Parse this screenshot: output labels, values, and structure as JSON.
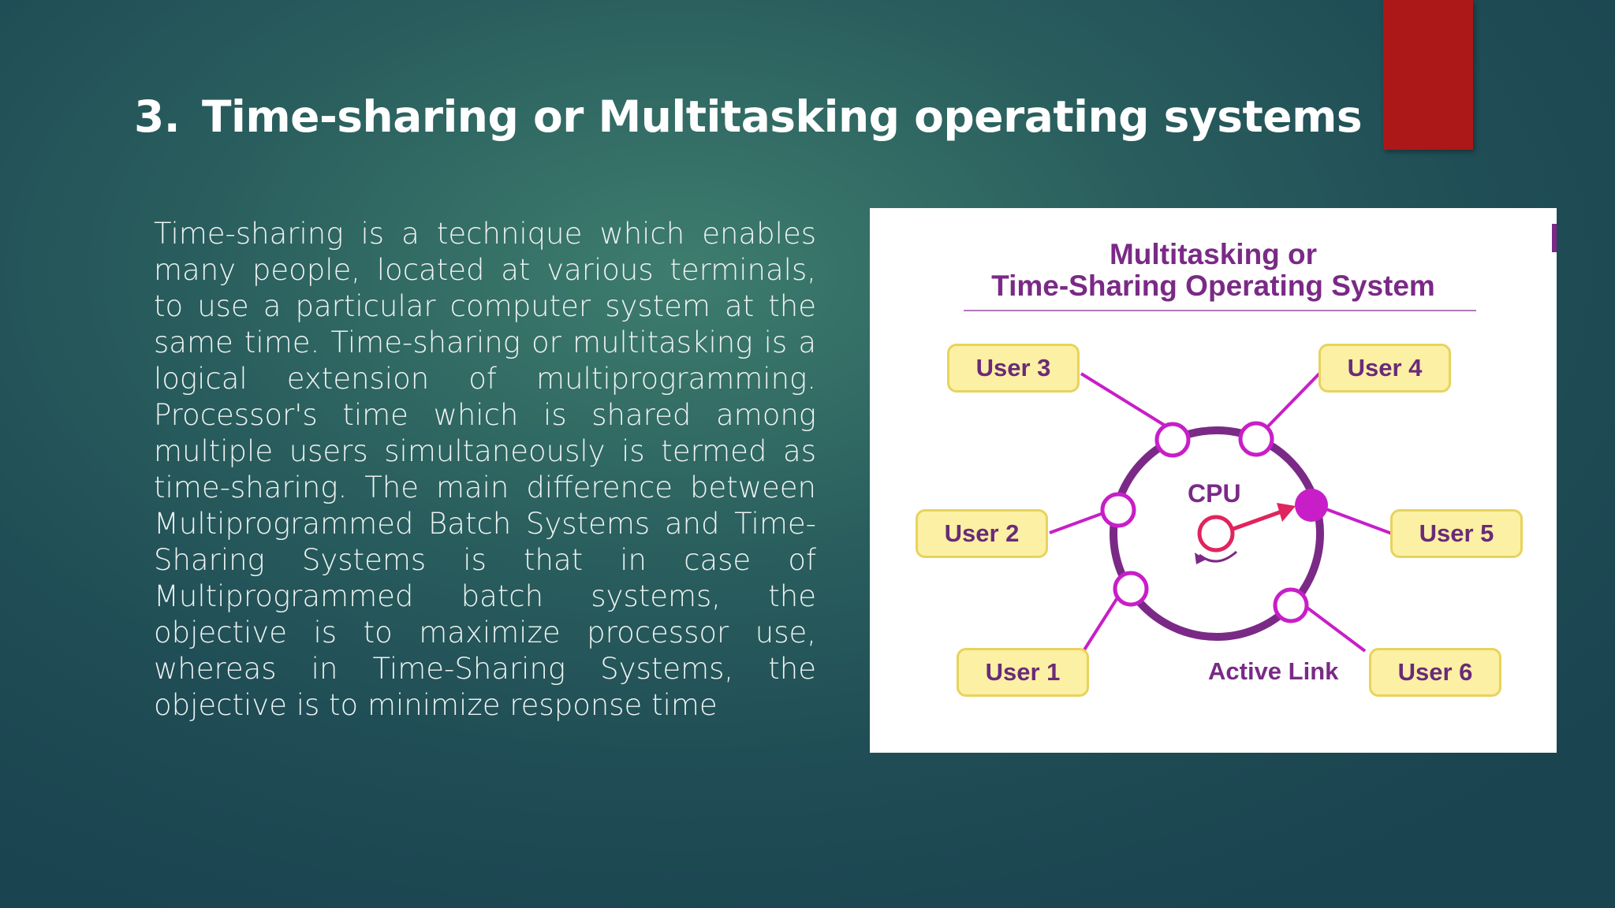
{
  "slide": {
    "number": "3.",
    "title": "Time-sharing or Multitasking operating systems",
    "body": "Time-sharing is a technique which enables many people, located at various terminals, to use a particular computer system at the same time.  Time-sharing or multitasking is a logical extension of multiprogramming.  Processor's time which is shared among multiple users simultaneously is termed as time-sharing. The main difference between Multiprogrammed Batch Systems and Time-Sharing Systems is that in case of Multiprogrammed batch systems, the objective is to maximize processor use, whereas in Time-Sharing Systems, the objective is to minimize response time"
  },
  "figure": {
    "title_line1": "Multitasking or",
    "title_line2": "Time-Sharing Operating System",
    "cpu_label": "CPU",
    "active_link_label": "Active Link",
    "users": [
      "User 1",
      "User 2",
      "User 3",
      "User 4",
      "User 5",
      "User 6"
    ]
  },
  "colors": {
    "accent_red": "#ac1818",
    "diagram_purple": "#7a2a86",
    "link_magenta": "#c81ec8",
    "user_box_fill": "#fbf0a4",
    "arrow_pink": "#e0245e"
  }
}
